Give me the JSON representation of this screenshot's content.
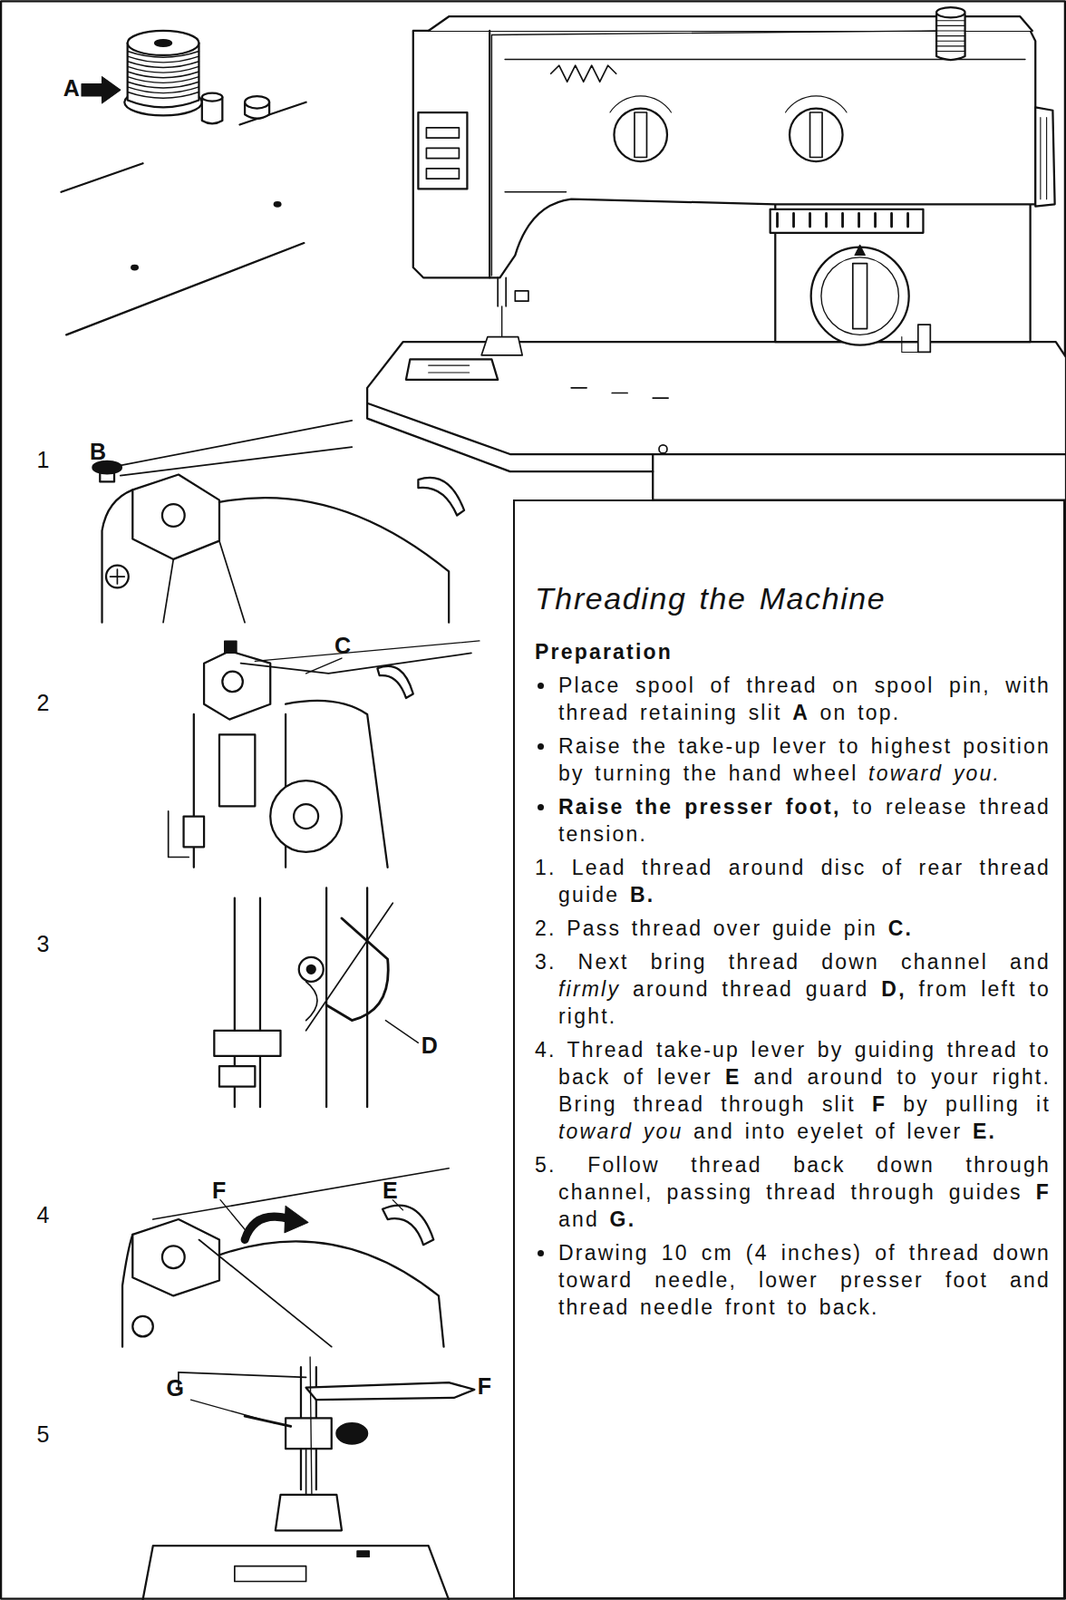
{
  "diagram": {
    "title": "Threading the Machine",
    "nodes": [
      {
        "text": [
          "Preparation",
          "Place spool of thread on spool pin, with thread retaining slit A on top.",
          "Raise the take-up lever to highest position by turning the hand wheel toward you.",
          "Raise the presser foot, to release thread tension.",
          "1. Lead thread around disc of rear thread guide B.",
          "2. Pass thread over guide pin C.",
          "3. Next bring thread down channel and firmly around thread guard D, from left to right.",
          "4. Thread take-up lever by guiding thread to back of lever E and around to your right. Bring thread through slit F by pulling it toward you and into eyelet of lever E.",
          "5. Follow thread back down through channel, passing thread through guides F and G.",
          "Drawing 10 cm (4 inches) of thread down toward needle, lower presser foot and thread needle front to back."
        ]
      }
    ],
    "labels": [
      "A",
      "1",
      "B",
      "2",
      "C",
      "3",
      "D",
      "4",
      "F",
      "E",
      "5",
      "F",
      "G"
    ]
  }
}
